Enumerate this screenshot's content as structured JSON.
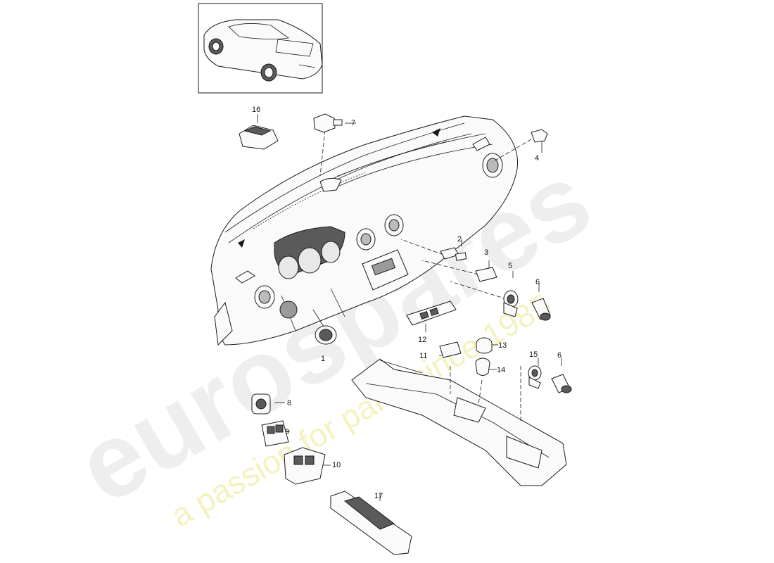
{
  "watermark": {
    "brand": "eurospares",
    "tagline": "a passion for parts since 1985"
  },
  "callouts": [
    {
      "id": "c1",
      "label": "1"
    },
    {
      "id": "c2",
      "label": "2"
    },
    {
      "id": "c3",
      "label": "3"
    },
    {
      "id": "c4",
      "label": "4"
    },
    {
      "id": "c5",
      "label": "5"
    },
    {
      "id": "c6a",
      "label": "6"
    },
    {
      "id": "c6b",
      "label": "6"
    },
    {
      "id": "c7",
      "label": "7"
    },
    {
      "id": "c8",
      "label": "8"
    },
    {
      "id": "c9",
      "label": "9"
    },
    {
      "id": "c10",
      "label": "10"
    },
    {
      "id": "c11",
      "label": "11"
    },
    {
      "id": "c12",
      "label": "12"
    },
    {
      "id": "c13",
      "label": "13"
    },
    {
      "id": "c14",
      "label": "14"
    },
    {
      "id": "c15",
      "label": "15"
    },
    {
      "id": "c16",
      "label": "16"
    },
    {
      "id": "c17",
      "label": "17"
    }
  ]
}
